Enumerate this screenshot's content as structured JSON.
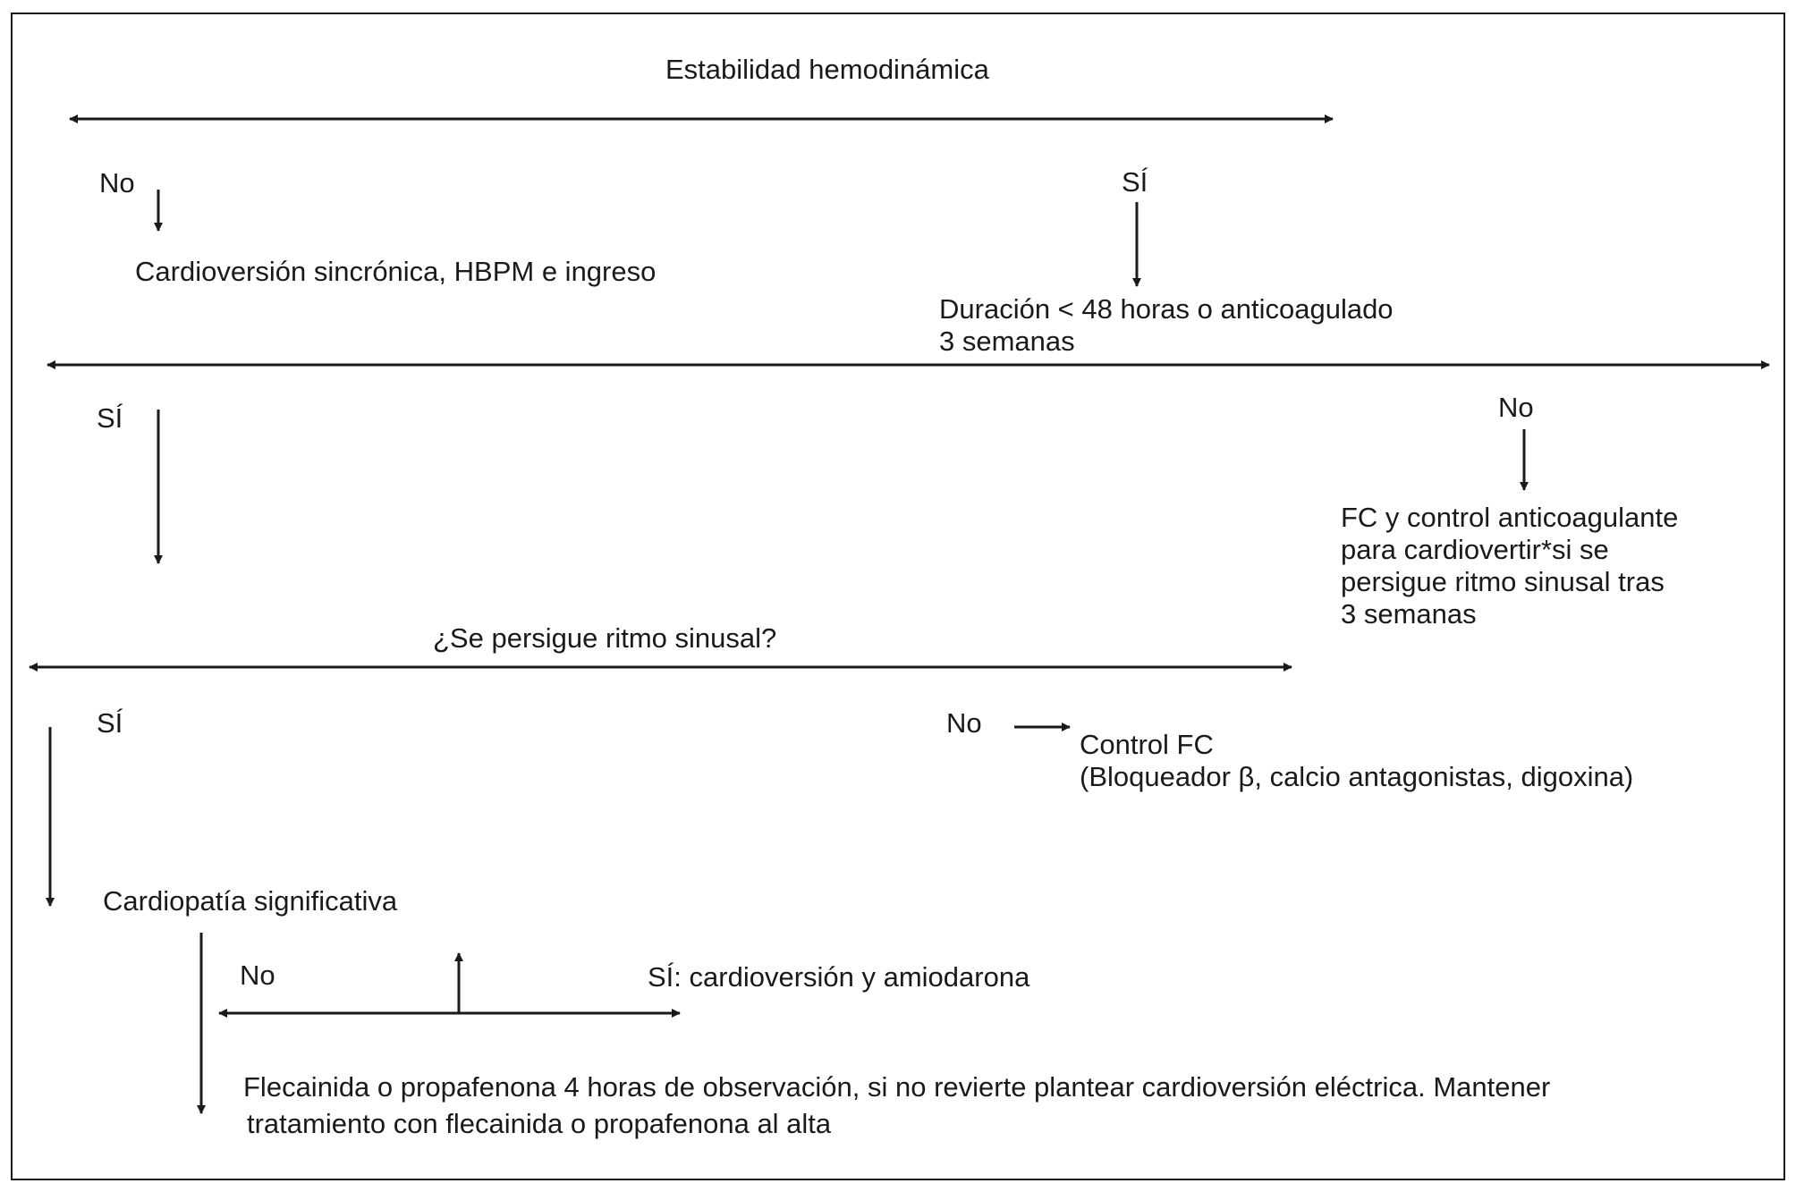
{
  "nodes": {
    "hemodynamic_stability": "Estabilidad hemodinámica",
    "stability_no": "No",
    "stability_yes": "SÍ",
    "sync_cardioversion": "Cardioversión sincrónica, HBPM e ingreso",
    "duration_line1": "Duración < 48 horas o anticoagulado",
    "duration_line2": "3 semanas",
    "duration_yes": "SÍ",
    "duration_no": "No",
    "fc_control_anticoag": "FC y control anticoagulante\npara cardiovertir*si se\npersigue ritmo sinusal tras\n3 semanas",
    "sinus_rhythm_question": "¿Se persigue ritmo sinusal?",
    "sinus_yes": "SÍ",
    "sinus_no": "No",
    "control_fc_line1": "Control FC",
    "control_fc_line2": "(Bloqueador β, calcio antagonistas, digoxina)",
    "significant_cardiopathy": "Cardiopatía significativa",
    "cardiopathy_no": "No",
    "cardiopathy_yes": "SÍ: cardioversión y amiodarona",
    "flecainide_line1": "Flecainida o propafenona 4 horas de observación, si no revierte plantear cardioversión eléctrica. Mantener",
    "flecainide_line2": "tratamiento con flecainida o propafenona al alta"
  },
  "colors": {
    "ink": "#1a1a1a",
    "background": "#ffffff"
  }
}
